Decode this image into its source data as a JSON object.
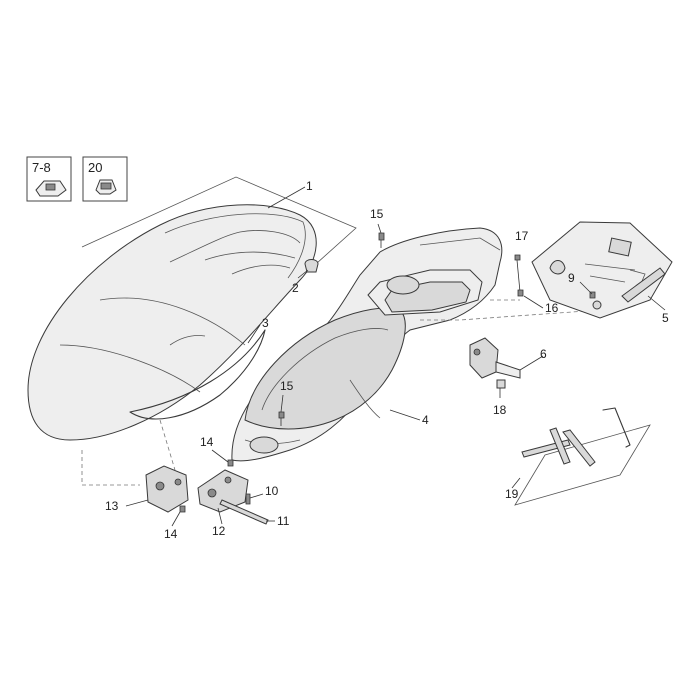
{
  "legend_boxes": [
    {
      "label": "7-8",
      "icon": "clip-nut-icon"
    },
    {
      "label": "20",
      "icon": "clip-icon"
    }
  ],
  "part_labels": [
    "1",
    "2",
    "3",
    "4",
    "5",
    "6",
    "9",
    "10",
    "11",
    "12",
    "13",
    "14",
    "14",
    "15",
    "15",
    "16",
    "17",
    "18",
    "19"
  ],
  "colors": {
    "line": "#3a3a3a",
    "fill_light": "#eeeeee",
    "fill_shade": "#d9d9d9",
    "background": "#ffffff"
  }
}
